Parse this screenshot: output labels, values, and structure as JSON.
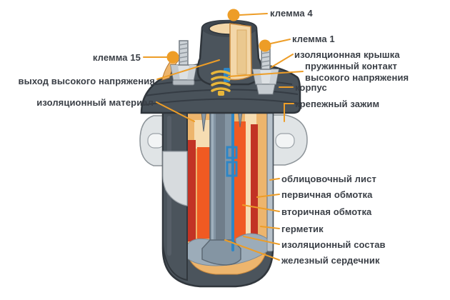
{
  "diagram": {
    "labels": {
      "klemma4": "клемма 4",
      "klemma1": "клемма 1",
      "klemma15": "клемма 15",
      "insulating_cover": "изоляционная крышка",
      "spring_contact": "пружинный контакт высокого напряжения",
      "hv_output": "выход высокого напряжения",
      "housing": "корпус",
      "mounting_clamp": "крепежный зажим",
      "insulating_material": "изоляционный материал",
      "facing_sheet": "облицовочный лист",
      "primary_winding": "первичная обмотка",
      "secondary_winding": "вторичная обмотка",
      "sealant": "герметик",
      "insulating_compound": "изоляционный состав",
      "iron_core": "железный сердечник"
    },
    "colors": {
      "accent_orange": "#ED9D27",
      "label_text": "#3A3F46",
      "body_dark": "#4B545C",
      "insulation_tan": "#EDB56D",
      "cream": "#F6DDB2",
      "primary_winding_red": "#C23325",
      "secondary_winding_orange": "#F05A22",
      "core_gray": "#8495A3",
      "wire_blue": "#2E86C6",
      "bracket_gray": "#E0E4E6",
      "background": "#FFFFFF"
    }
  }
}
